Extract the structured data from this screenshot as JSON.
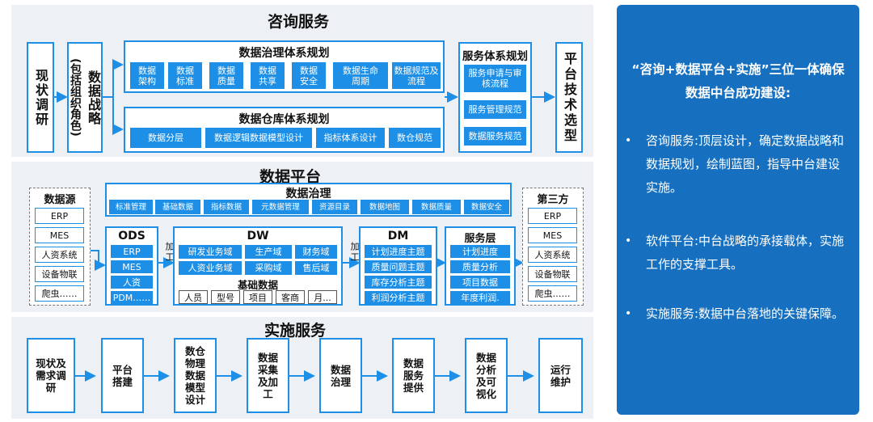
{
  "consulting": {
    "title": "咨询服务",
    "status_quo": "现状调研",
    "strategy": "数据战略",
    "strategy_sub": "(包括组织角色)",
    "governance_plan": {
      "title": "数据治理体系规划",
      "items": [
        "数据架构",
        "数据标准",
        "数据质量",
        "数据共享",
        "数据安全",
        "数据生命周期",
        "数据规范及流程"
      ]
    },
    "warehouse_plan": {
      "title": "数据仓库体系规划",
      "items": [
        "数据分层",
        "数据逻辑数据模型设计",
        "指标体系设计",
        "数仓规范"
      ]
    },
    "service_plan": {
      "title": "服务体系规划",
      "items": [
        "服务申请与审核流程",
        "服务管理规范",
        "数据服务规范"
      ]
    },
    "tech_selection": "平台技术选型"
  },
  "platform": {
    "title": "数据平台",
    "sources": {
      "title": "数据源",
      "items": [
        "ERP",
        "MES",
        "人资系统",
        "设备物联",
        "爬虫……"
      ]
    },
    "third_party": {
      "title": "第三方",
      "items": [
        "ERP",
        "MES",
        "人资系统",
        "设备物联",
        "爬虫……"
      ]
    },
    "governance": {
      "title": "数据治理",
      "items": [
        "标准管理",
        "基础数据",
        "指标数据",
        "元数据管理",
        "资源目录",
        "数据地图",
        "数据质量",
        "数据安全"
      ]
    },
    "ods": {
      "title": "ODS",
      "items": [
        "ERP",
        "MES",
        "人资",
        "PDM……"
      ]
    },
    "process_label": "加工",
    "dw": {
      "title": "DW",
      "items": [
        "研发业务域",
        "生产域",
        "财务域",
        "人资业务域",
        "采购域",
        "售后域"
      ],
      "base_title": "基础数据",
      "base_items": [
        "人员",
        "型号",
        "项目",
        "客商",
        "月..."
      ]
    },
    "dm": {
      "title": "DM",
      "items": [
        "计划进度主题",
        "质量问题主题",
        "库存分析主题",
        "利润分析主题"
      ]
    },
    "service_layer": {
      "title": "服务层",
      "items": [
        "计划进度",
        "质量分析",
        "项目数据",
        "年度利润."
      ]
    }
  },
  "implementation": {
    "title": "实施服务",
    "steps": [
      "现状及需求调研",
      "平台搭建",
      "数仓物理数据模型设计",
      "数据采集及加工",
      "数据治理",
      "数据服务提供",
      "数据分析及可视化",
      "运行维护"
    ]
  },
  "panel": {
    "title": "“咨询+数据平台+实施”三位一体确保数据中台成功建设:",
    "bullets": [
      "咨询服务:顶层设计，确定数据战略和数据规划，绘制蓝图，指导中台建设实施。",
      "软件平台:中台战略的承接载体，实施工作的支撑工具。",
      "实施服务:数据中台落地的关键保障。"
    ],
    "bullet_glyph": "•"
  },
  "colors": {
    "accent": "#1e8fe6",
    "panel": "#1670bf",
    "band": "#edf1f5"
  }
}
